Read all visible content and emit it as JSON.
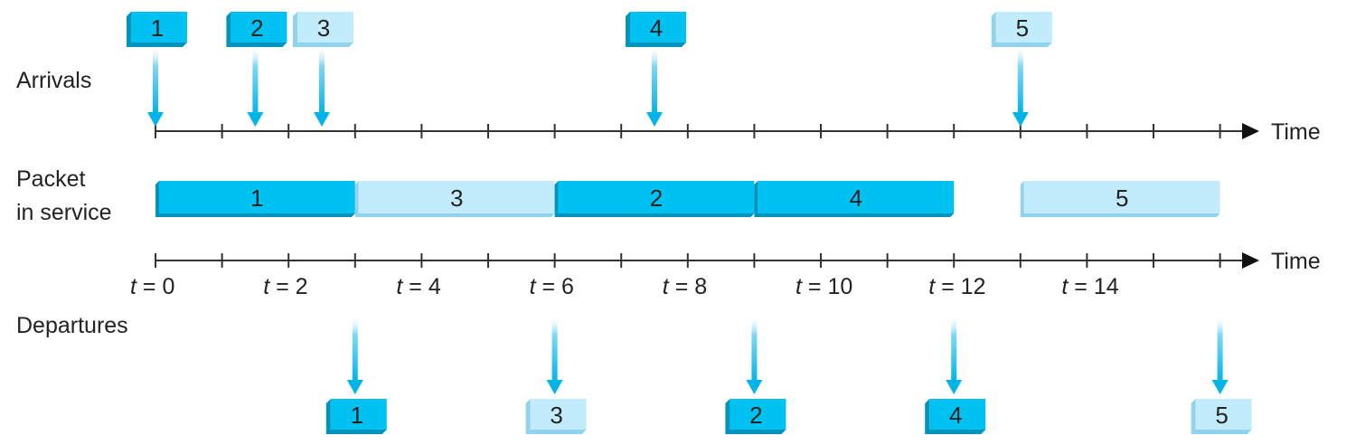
{
  "labels": {
    "arrivals": "Arrivals",
    "packet_line1": "Packet",
    "packet_line2": "in service",
    "departures": "Departures",
    "time_axis_top": "Time",
    "time_axis_bottom": "Time"
  },
  "tick_labels": [
    "t = 0",
    "t = 2",
    "t = 4",
    "t = 6",
    "t = 8",
    "t = 10",
    "t = 12",
    "t = 14"
  ],
  "ticks": [
    0,
    1,
    2,
    3,
    4,
    5,
    6,
    7,
    8,
    9,
    10,
    11,
    12,
    13,
    14,
    15,
    16
  ],
  "arrivals": [
    {
      "label": "1",
      "t": 0,
      "priority": "high"
    },
    {
      "label": "2",
      "t": 1.5,
      "priority": "high"
    },
    {
      "label": "3",
      "t": 2.5,
      "priority": "low"
    },
    {
      "label": "4",
      "t": 7.5,
      "priority": "high"
    },
    {
      "label": "5",
      "t": 13,
      "priority": "low"
    }
  ],
  "service": [
    {
      "label": "1",
      "start": 0,
      "end": 3,
      "priority": "high"
    },
    {
      "label": "3",
      "start": 3,
      "end": 6,
      "priority": "low"
    },
    {
      "label": "2",
      "start": 6,
      "end": 9,
      "priority": "high"
    },
    {
      "label": "4",
      "start": 9,
      "end": 12,
      "priority": "high"
    },
    {
      "label": "5",
      "start": 13,
      "end": 16,
      "priority": "low"
    }
  ],
  "departures": [
    {
      "label": "1",
      "t": 3,
      "priority": "high"
    },
    {
      "label": "3",
      "t": 6,
      "priority": "low"
    },
    {
      "label": "2",
      "t": 9,
      "priority": "high"
    },
    {
      "label": "4",
      "t": 12,
      "priority": "high"
    },
    {
      "label": "5",
      "t": 16,
      "priority": "low"
    }
  ],
  "colors": {
    "high_fill": "#00c2f2",
    "high_shade": "#0093bb",
    "low_fill": "#c2ecfb",
    "low_shade": "#8fd3ee",
    "arrow_fill": "#00b4e8",
    "arrow_shade": "#0090c4",
    "axis": "#333333",
    "text": "#222222"
  }
}
